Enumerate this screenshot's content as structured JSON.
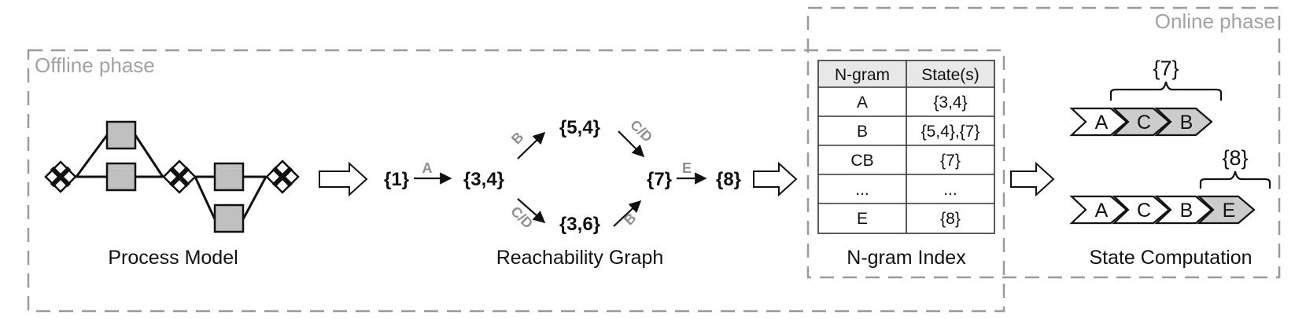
{
  "phases": {
    "offline": "Offline phase",
    "online": "Online phase"
  },
  "captions": {
    "process_model": "Process Model",
    "reachability_graph": "Reachability Graph",
    "ngram_index": "N-gram Index",
    "state_computation": "State Computation"
  },
  "reachability": {
    "states": {
      "s1": "{1}",
      "s34": "{3,4}",
      "s54": "{5,4}",
      "s36": "{3,6}",
      "s7": "{7}",
      "s8": "{8}"
    },
    "edges": {
      "e1": "A",
      "e2": "B",
      "e3": "C/D",
      "e4": "C/D",
      "e5": "B",
      "e6": "E"
    }
  },
  "ngram_table": {
    "headers": [
      "N-gram",
      "State(s)"
    ],
    "rows": [
      [
        "A",
        "{3,4}"
      ],
      [
        "B",
        "{5,4},{7}"
      ],
      [
        "CB",
        "{7}"
      ],
      [
        "...",
        "..."
      ],
      [
        "E",
        "{8}"
      ]
    ]
  },
  "state_computation": {
    "row1": {
      "activities": [
        "A",
        "C",
        "B"
      ],
      "brace_label": "{7}"
    },
    "row2": {
      "activities": [
        "A",
        "C",
        "B",
        "E"
      ],
      "brace_label": "{8}"
    }
  },
  "colors": {
    "dashed_border": "#9a9a9a",
    "phase_text": "#a3a3a3",
    "box_fill": "#c0c0c0",
    "table_header": "#e8e8e8",
    "chevron_highlight": "#cccccc"
  }
}
